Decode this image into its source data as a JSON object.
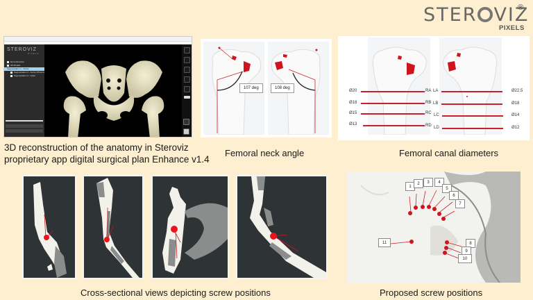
{
  "brand": {
    "name_part1": "STER",
    "name_part2": "VIZ",
    "registered": "®",
    "sub": "PIXELS"
  },
  "panels": {
    "app_screenshot": {
      "caption_line1": "3D reconstruction of the anatomy in Steroviz",
      "caption_line2": "proprietary app digital surgical plan Enhance v1.4",
      "app_logo": "STEROVIZ",
      "app_logo_sub": "PIXELS",
      "tree_items": [
        {
          "label": "Reconstruction",
          "selected": false
        },
        {
          "label": "3D Models",
          "selected": false
        },
        {
          "label": "Segmentation 1 - Pelvis",
          "selected": true
        },
        {
          "label": "Segmentation 2 - Femur (Proximal)",
          "selected": false
        },
        {
          "label": "Segmentation 3 - Other",
          "selected": false
        }
      ],
      "toolbar_icons": [
        "hand-icon",
        "hand-pointer-icon",
        "ruler-icon",
        "angle-icon",
        "measure-icon",
        "slice-icon",
        "reset-view-icon",
        "camera-icon"
      ]
    },
    "femoral_neck": {
      "caption": "Femoral neck angle",
      "left_angle": "107 deg",
      "right_angle": "108 deg"
    },
    "femoral_canal": {
      "caption": "Femoral canal diameters",
      "left": [
        {
          "diameter": "Ø20",
          "marker": "RA"
        },
        {
          "diameter": "Ø18",
          "marker": "RB"
        },
        {
          "diameter": "Ø15",
          "marker": "RC"
        },
        {
          "diameter": "Ø13",
          "marker": "RD"
        }
      ],
      "right": [
        {
          "marker": "LA",
          "diameter": "Ø22.5"
        },
        {
          "marker": "LB",
          "diameter": "Ø18"
        },
        {
          "marker": "LC",
          "diameter": "Ø14"
        },
        {
          "marker": "LD",
          "diameter": "Ø12"
        }
      ]
    },
    "cross_sections": {
      "caption": "Cross-sectional views depicting screw positions",
      "count": 4
    },
    "proposed_screws": {
      "caption": "Proposed screw positions",
      "labels": [
        "1",
        "2",
        "3",
        "4",
        "5",
        "6",
        "7",
        "8",
        "9",
        "10",
        "11"
      ]
    }
  },
  "colors": {
    "background": "#fdefcf",
    "screw_red": "#d0141e",
    "ct_dark": "#2e3436"
  }
}
